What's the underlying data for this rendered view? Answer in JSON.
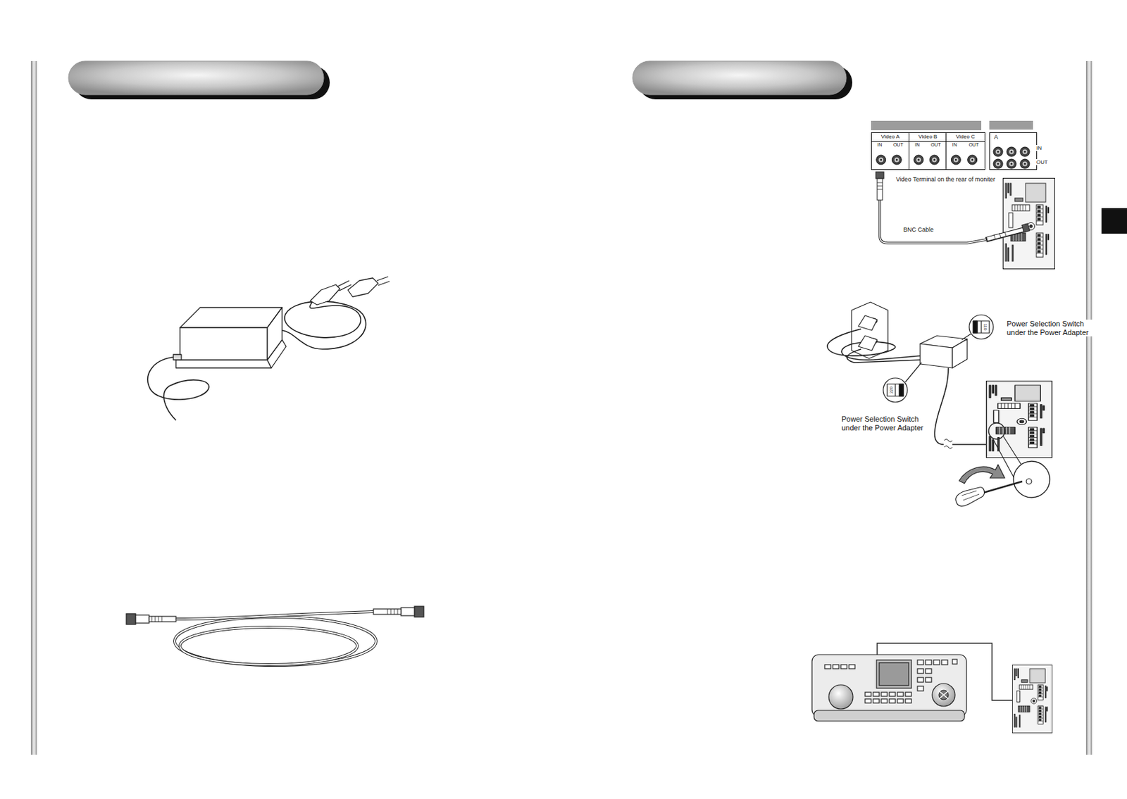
{
  "diagram": {
    "nodes": [
      {
        "text": [
          "Video A",
          "IN",
          "OUT"
        ]
      },
      {
        "text": [
          "Video B",
          "IN",
          "OUT"
        ]
      },
      {
        "text": [
          "Video C",
          "IN",
          "OUT"
        ]
      },
      {
        "text": [
          "A"
        ]
      }
    ],
    "labels": [
      "IN",
      "OUT",
      "Video Terminal on the rear of moniter",
      "BNC Cable",
      "110",
      "Power Selection Switch under the Power Adapter",
      "220",
      "Power Selection Switch under the Power Adapter"
    ]
  }
}
